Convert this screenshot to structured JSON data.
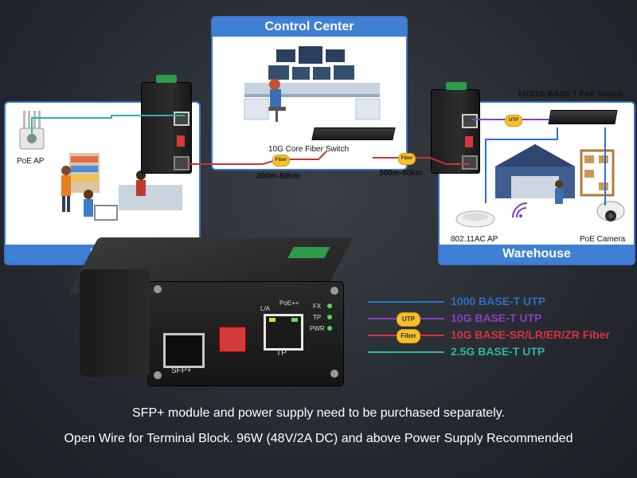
{
  "control_center": {
    "title": "Control Center",
    "switch_label": "10G Core Fiber Switch"
  },
  "mall": {
    "title": "Mall",
    "ap_label": "PoE AP"
  },
  "warehouse": {
    "title": "Warehouse",
    "switch_label": "10G/1G BASE-T PoE Switch",
    "ap_label": "802.11AC AP",
    "camera_label": "PoE Camera"
  },
  "links": {
    "left_distance": "300m-80km",
    "right_distance": "300m-80km",
    "fiber_badge": "Fiber",
    "utp_badge": "UTP"
  },
  "product": {
    "sfp_label": "SFP+",
    "tp_label": "TP",
    "la_label": "L/A",
    "poe_label": "PoE++",
    "led_labels": [
      "FX",
      "TP",
      "PWR"
    ]
  },
  "legend": [
    {
      "label": "1000 BASE-T UTP",
      "color": "#2f6fc9",
      "badge": ""
    },
    {
      "label": "10G BASE-T UTP",
      "color": "#8a3fbf",
      "badge": "UTP"
    },
    {
      "label": "10G BASE-SR/LR/ER/ZR Fiber",
      "color": "#d8343f",
      "badge": "Fiber"
    },
    {
      "label": "2.5G BASE-T UTP",
      "color": "#2fb3a6",
      "badge": ""
    }
  ],
  "notes": {
    "line1": "SFP+ module and power supply need to be purchased separately.",
    "line2": "Open Wire for Terminal Block. 96W (48V/2A DC) and above Power Supply Recommended"
  },
  "colors": {
    "panel_border": "#3a74c9",
    "panel_title_bg": "#3f7fd4",
    "fiber": "#c0392b",
    "utp_teal": "#2fb3a6",
    "utp_blue": "#2f6fc9"
  }
}
